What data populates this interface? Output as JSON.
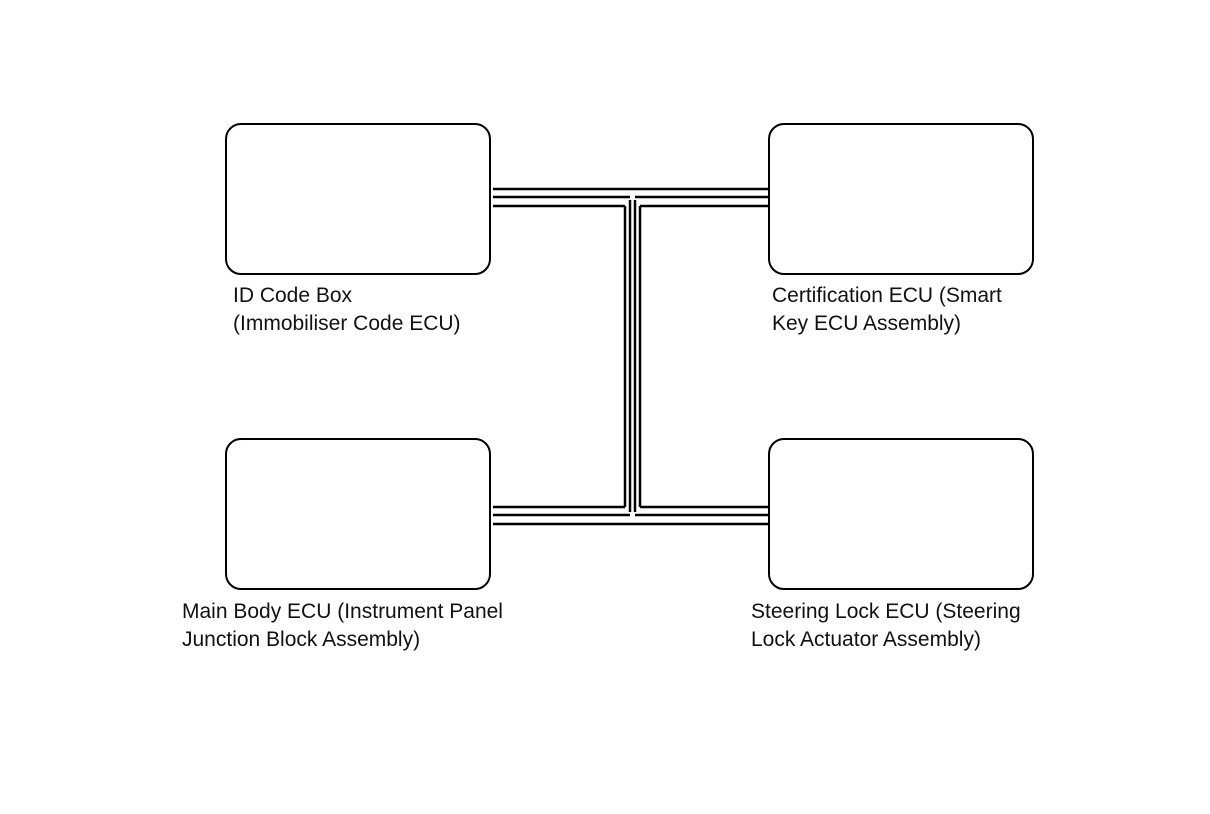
{
  "diagram": {
    "ecus": {
      "id_code_box": {
        "line1": "ID Code Box",
        "line2": "(Immobiliser Code ECU)"
      },
      "certification_ecu": {
        "line1": "Certification ECU (Smart",
        "line2": "Key ECU Assembly)"
      },
      "main_body_ecu": {
        "line1": "Main Body ECU (Instrument Panel",
        "line2": "Junction Block Assembly)"
      },
      "steering_lock_ecu": {
        "line1": "Steering Lock ECU (Steering",
        "line2": "Lock Actuator Assembly)"
      }
    },
    "colors": {
      "line": "#000000",
      "background": "#ffffff"
    }
  }
}
